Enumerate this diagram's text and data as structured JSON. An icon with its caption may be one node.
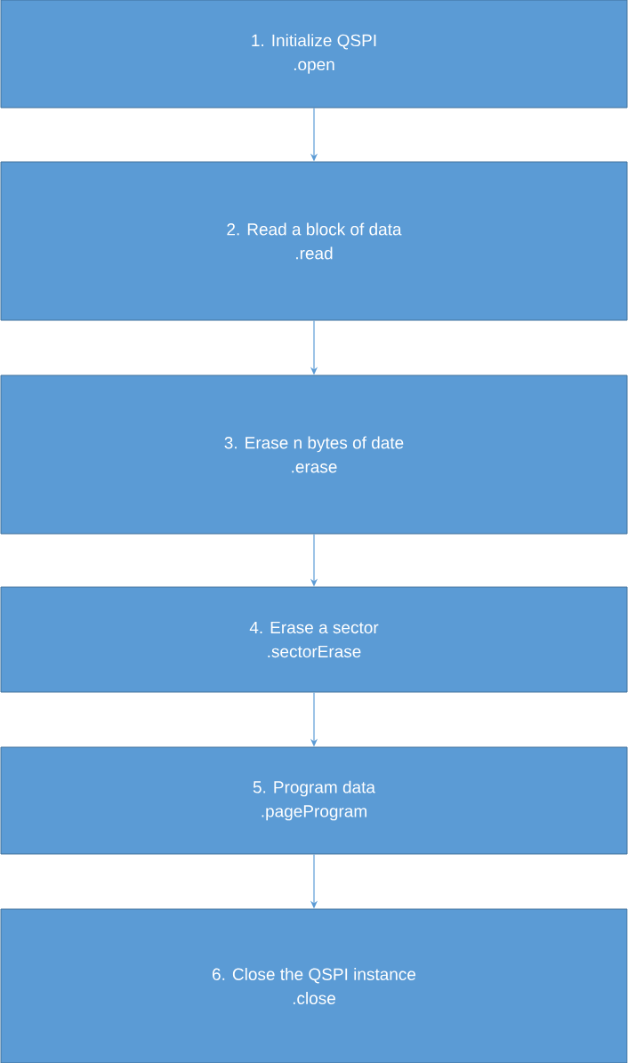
{
  "diagram": {
    "nodes": [
      {
        "text": [
          "1. Initialize QSPI",
          ".open"
        ]
      },
      {
        "text": [
          "2. Read a block of data",
          ".read"
        ]
      },
      {
        "text": [
          "3. Erase n bytes of date",
          ".erase"
        ]
      },
      {
        "text": [
          "4. Erase a sector",
          ".sectorErase"
        ]
      },
      {
        "text": [
          "5. Program data",
          ".pageProgram"
        ]
      },
      {
        "text": [
          "6. Close the QSPI instance",
          ".close"
        ]
      }
    ],
    "edges": [
      {
        "from": 0,
        "to": 1,
        "arrow": "to"
      },
      {
        "from": 1,
        "to": 2,
        "arrow": "to"
      },
      {
        "from": 2,
        "to": 3,
        "arrow": "to"
      },
      {
        "from": 3,
        "to": 4,
        "arrow": "to"
      },
      {
        "from": 4,
        "to": 5,
        "arrow": "to"
      }
    ]
  }
}
